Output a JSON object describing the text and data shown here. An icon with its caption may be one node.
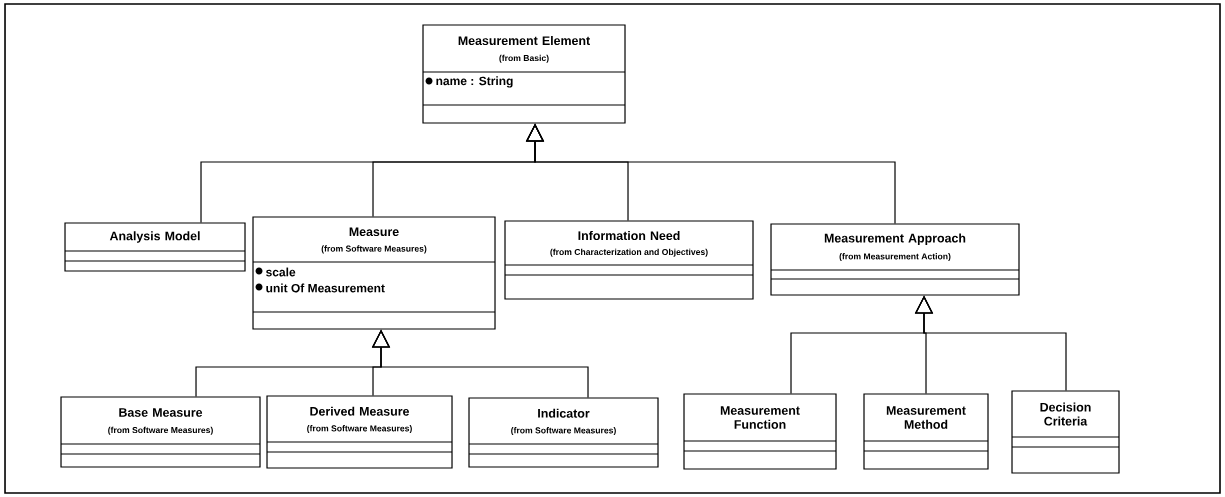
{
  "diagram": {
    "nodes": [
      {
        "text": [
          "Measurement Element",
          "(from Basic)",
          "name : String"
        ]
      },
      {
        "text": [
          "Analysis Model"
        ]
      },
      {
        "text": [
          "Measure",
          "(from Software Measures)",
          "scale",
          "unit Of Measurement"
        ]
      },
      {
        "text": [
          "Information Need",
          "(from Characterization and Objectives)"
        ]
      },
      {
        "text": [
          "Measurement Approach",
          "(from Measurement Action)"
        ]
      },
      {
        "text": [
          "Base Measure",
          "(from Software Measures)"
        ]
      },
      {
        "text": [
          "Derived Measure",
          "(from Software Measures)"
        ]
      },
      {
        "text": [
          "Indicator",
          "(from Software Measures)"
        ]
      },
      {
        "text": [
          "Measurement Function"
        ]
      },
      {
        "text": [
          "Measurement Method"
        ]
      },
      {
        "text": [
          "Decision Criteria"
        ]
      }
    ],
    "edges": [
      {
        "from": 1,
        "to": 0,
        "arrow": "to"
      },
      {
        "from": 2,
        "to": 0,
        "arrow": "to"
      },
      {
        "from": 3,
        "to": 0,
        "arrow": "to"
      },
      {
        "from": 4,
        "to": 0,
        "arrow": "to"
      },
      {
        "from": 5,
        "to": 2,
        "arrow": "to"
      },
      {
        "from": 6,
        "to": 2,
        "arrow": "to"
      },
      {
        "from": 7,
        "to": 2,
        "arrow": "to"
      },
      {
        "from": 8,
        "to": 4,
        "arrow": "to"
      },
      {
        "from": 9,
        "to": 4,
        "arrow": "to"
      },
      {
        "from": 10,
        "to": 4,
        "arrow": "to"
      }
    ]
  }
}
